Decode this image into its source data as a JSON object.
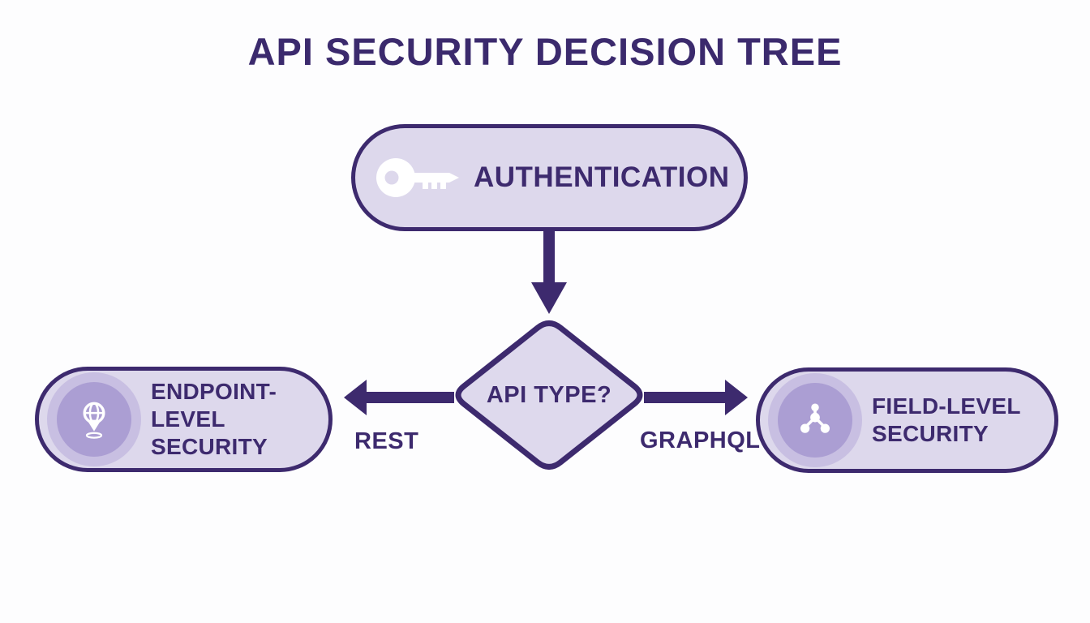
{
  "title": "API SECURITY DECISION TREE",
  "nodes": {
    "authentication": {
      "label": "AUTHENTICATION",
      "icon": "key-icon"
    },
    "decision": {
      "label": "API TYPE?"
    },
    "endpoint": {
      "lines": [
        "ENDPOINT-LEVEL",
        "SECURITY"
      ],
      "icon": "globe-pin-icon"
    },
    "field": {
      "lines": [
        "FIELD-LEVEL",
        "SECURITY"
      ],
      "icon": "network-nodes-icon"
    }
  },
  "edges": {
    "rest": {
      "label": "REST"
    },
    "graphql": {
      "label": "GRAPHQL"
    }
  },
  "colors": {
    "primary_dark": "#3d2a6e",
    "title_text": "#3b2a6d",
    "node_fill": "#ddd8ec",
    "diamond_fill": "#ded9ed",
    "icon_circle": "#ab9ed3",
    "icon_circle_halo": "#cdc5e7",
    "icon_glyph": "#ffffff",
    "background": "#fdfdfe"
  }
}
